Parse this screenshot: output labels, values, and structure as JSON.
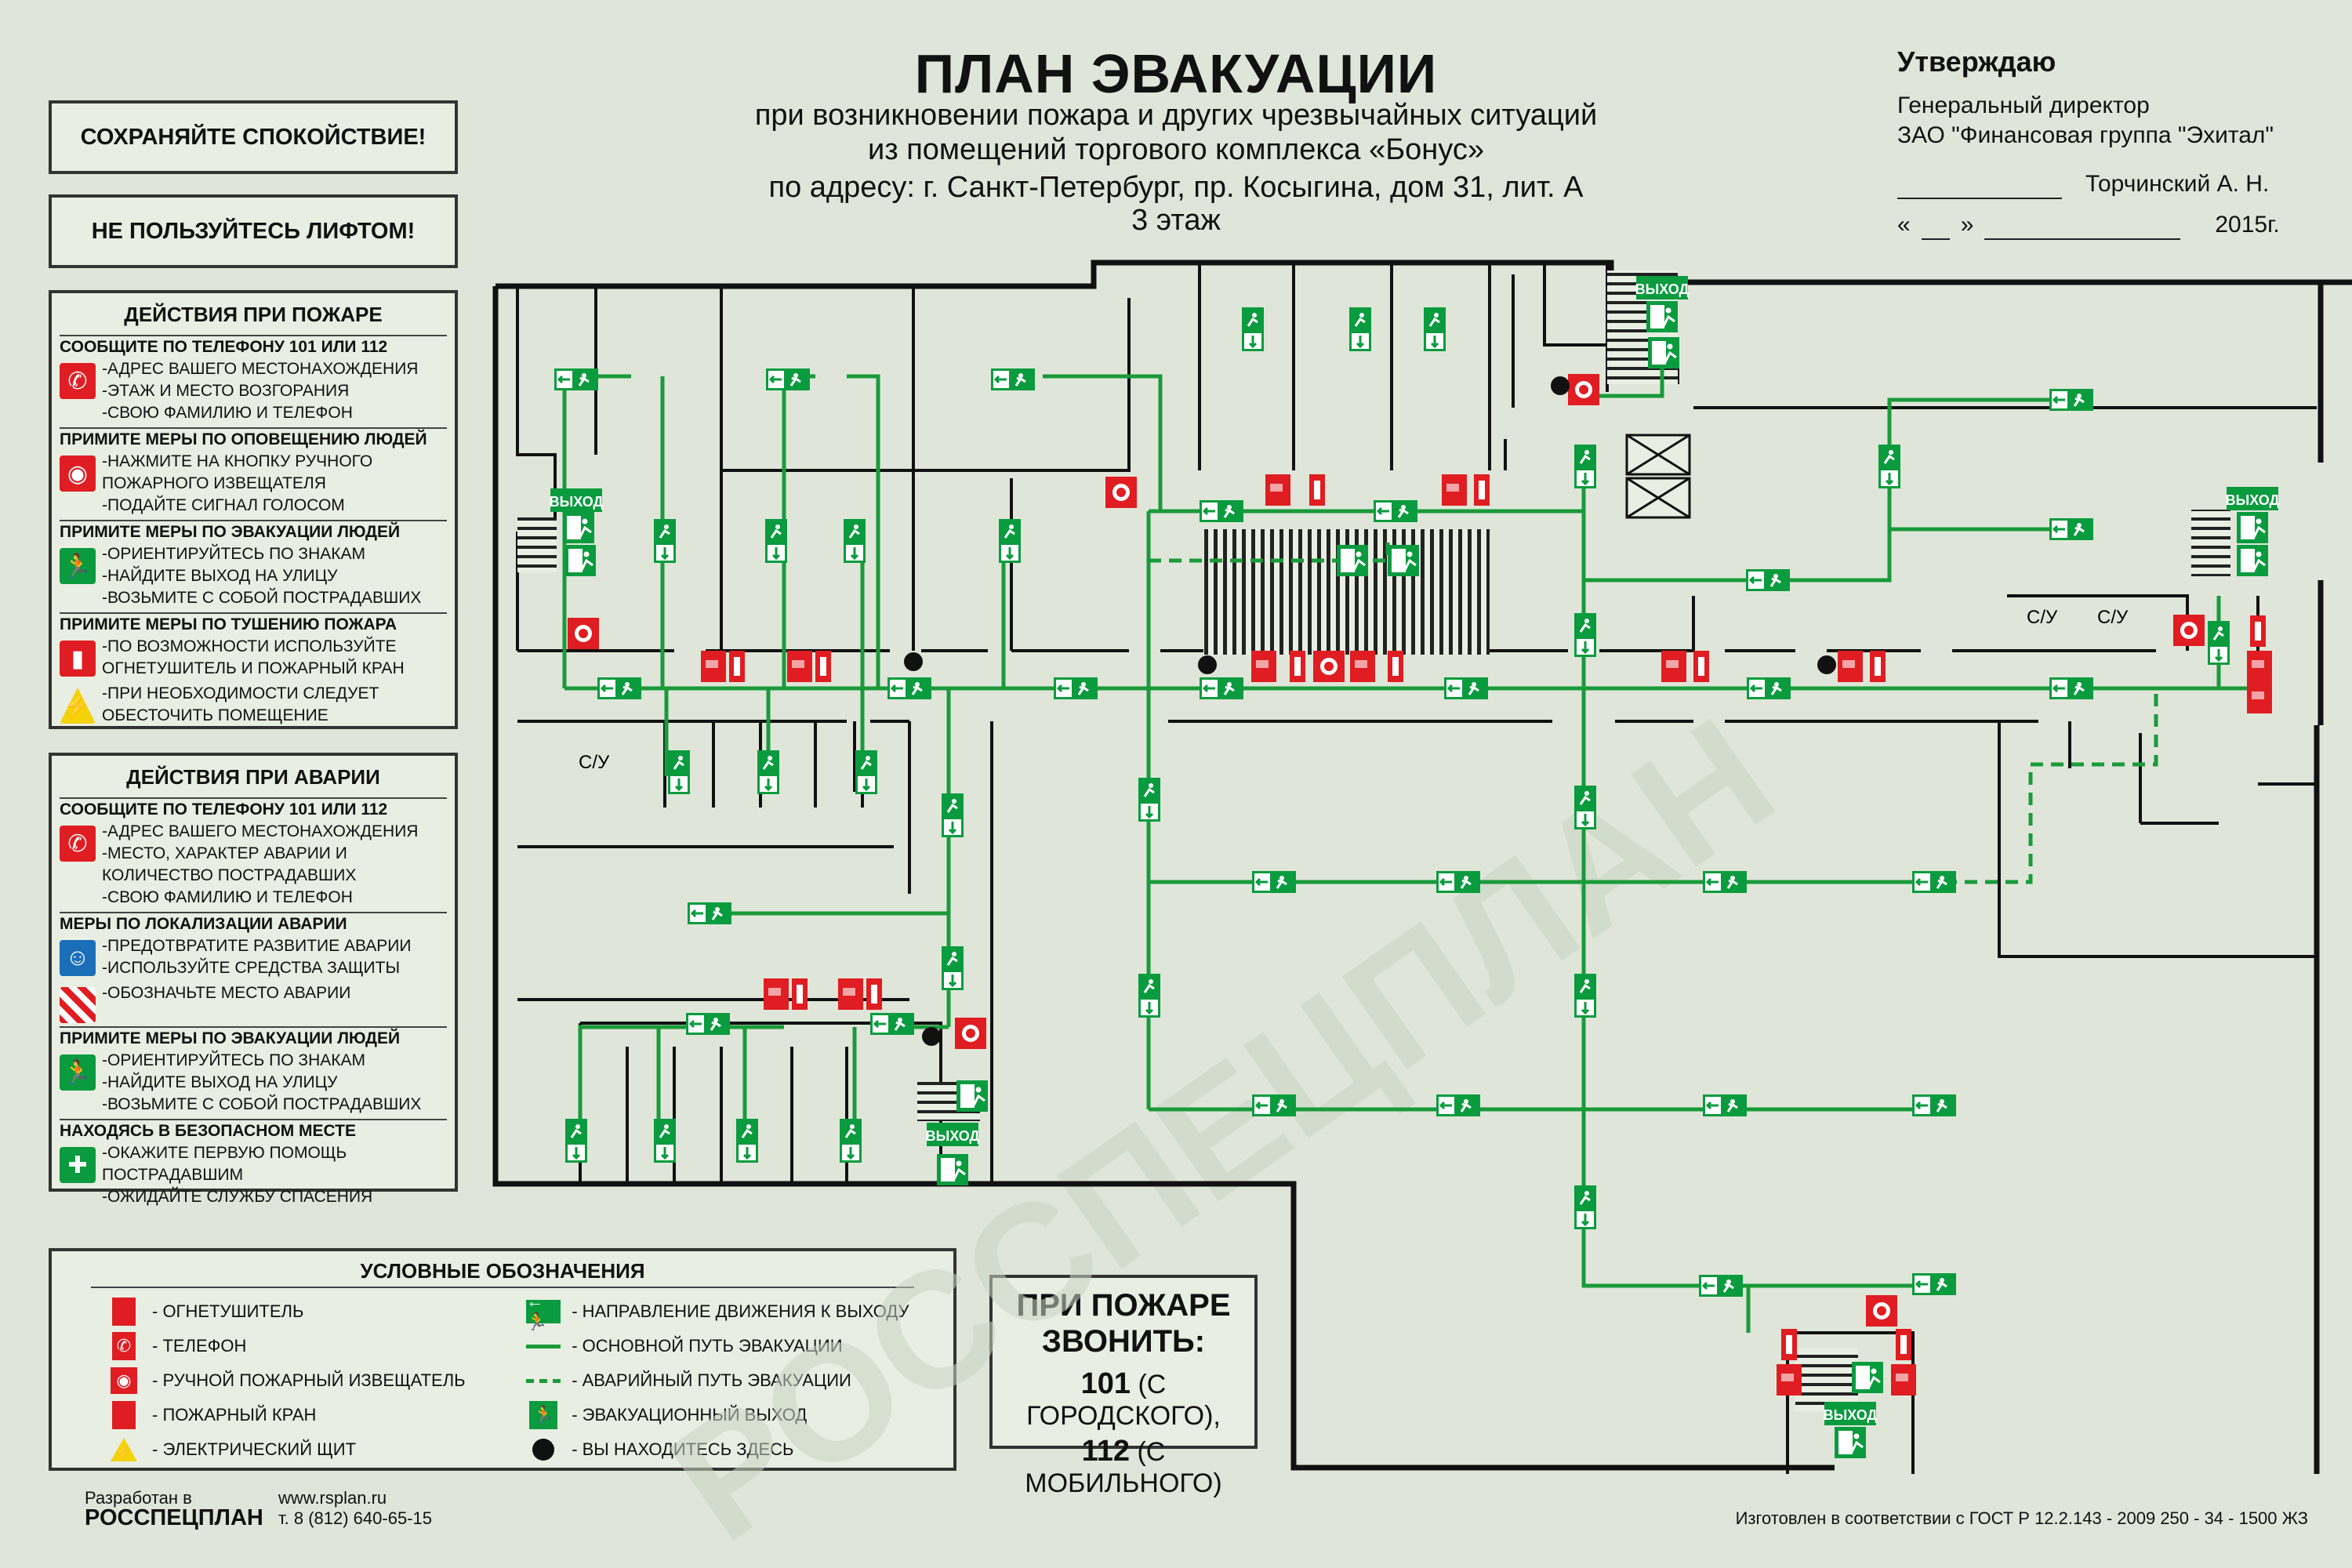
{
  "header": {
    "title": "ПЛАН ЭВАКУАЦИИ",
    "subtitle_lines": [
      "при возникновении пожара и других чрезвычайных ситуаций",
      "из помещений торгового комплекса «Бонус»",
      "по адресу: г. Санкт-Петербург, пр. Косыгина, дом 31, лит. А",
      "3 этаж"
    ]
  },
  "approval": {
    "heading": "Утверждаю",
    "position": "Генеральный директор",
    "company": "ЗАО \"Финансовая группа \"Эхитал\"",
    "signatory": "Торчинский А. Н.",
    "date_open": "«",
    "date_close": "»",
    "year": "2015г."
  },
  "warnings": {
    "keep_calm": "СОХРАНЯЙТЕ  СПОКОЙСТВИЕ!",
    "no_elevator": "НЕ ПОЛЬЗУЙТЕСЬ ЛИФТОМ!"
  },
  "fire_actions": {
    "heading": "ДЕЙСТВИЯ ПРИ ПОЖАРЕ",
    "groups": [
      {
        "title": "СООБЩИТЕ ПО ТЕЛЕФОНУ  101 ИЛИ 112",
        "icon": "phone-icon",
        "lines": [
          "-АДРЕС ВАШЕГО МЕСТОНАХОЖДЕНИЯ",
          "-ЭТАЖ И МЕСТО ВОЗГОРАНИЯ",
          "-СВОЮ ФАМИЛИЮ И  ТЕЛЕФОН"
        ]
      },
      {
        "title": "ПРИМИТЕ МЕРЫ ПО ОПОВЕЩЕНИЮ ЛЮДЕЙ",
        "icon": "alarm-button-icon",
        "lines": [
          "-НАЖМИТЕ НА КНОПКУ РУЧНОГО",
          "ПОЖАРНОГО ИЗВЕЩАТЕЛЯ",
          "-ПОДАЙТЕ СИГНАЛ ГОЛОСОМ"
        ]
      },
      {
        "title": "ПРИМИТЕ МЕРЫ ПО ЭВАКУАЦИИ ЛЮДЕЙ",
        "icon": "exit-icon",
        "lines": [
          "-ОРИЕНТИРУЙТЕСЬ ПО ЗНАКАМ",
          "-НАЙДИТЕ ВЫХОД НА УЛИЦУ",
          "-ВОЗЬМИТЕ С СОБОЙ ПОСТРАДАВШИХ"
        ]
      },
      {
        "title": "ПРИМИТЕ МЕРЫ ПО ТУШЕНИЮ ПОЖАРА",
        "icon": "extinguisher-icon",
        "lines": [
          "-ПО ВОЗМОЖНОСТИ ИСПОЛЬЗУЙТЕ",
          "ОГНЕТУШИТЕЛЬ И ПОЖАРНЫЙ КРАН"
        ]
      },
      {
        "title": "",
        "icon": "electric-hazard-icon",
        "lines": [
          "-ПРИ НЕОБХОДИМОСТИ СЛЕДУЕТ",
          "ОБЕСТОЧИТЬ ПОМЕЩЕНИЕ"
        ]
      }
    ]
  },
  "accident_actions": {
    "heading": "ДЕЙСТВИЯ ПРИ АВАРИИ",
    "groups": [
      {
        "title": "СООБЩИТЕ ПО ТЕЛЕФОНУ  101 ИЛИ 112",
        "icon": "phone-icon",
        "lines": [
          "-АДРЕС ВАШЕГО МЕСТОНАХОЖДЕНИЯ",
          "-МЕСТО, ХАРАКТЕР АВАРИИ И",
          "КОЛИЧЕСТВО ПОСТРАДАВШИХ",
          "-СВОЮ ФАМИЛИЮ И  ТЕЛЕФОН"
        ]
      },
      {
        "title": "МЕРЫ ПО ЛОКАЛИЗАЦИИ АВАРИИ",
        "icon": "protection-icon",
        "lines": [
          "-ПРЕДОТВРАТИТЕ РАЗВИТИЕ АВАРИИ",
          "-ИСПОЛЬЗУЙТЕ СРЕДСТВА ЗАЩИТЫ"
        ]
      },
      {
        "title": "",
        "icon": "hazard-stripes-icon",
        "lines": [
          "-ОБОЗНАЧЬТЕ МЕСТО АВАРИИ"
        ]
      },
      {
        "title": "ПРИМИТЕ МЕРЫ ПО ЭВАКУАЦИИ ЛЮДЕЙ",
        "icon": "exit-icon",
        "lines": [
          "-ОРИЕНТИРУЙТЕСЬ ПО ЗНАКАМ",
          "-НАЙДИТЕ ВЫХОД НА УЛИЦУ",
          "-ВОЗЬМИТЕ С СОБОЙ ПОСТРАДАВШИХ"
        ]
      },
      {
        "title": "НАХОДЯСЬ В БЕЗОПАСНОМ МЕСТЕ",
        "icon": "first-aid-icon",
        "lines": [
          "-ОКАЖИТЕ ПЕРВУЮ ПОМОЩЬ",
          "ПОСТРАДАВШИМ",
          "-ОЖИДАЙТЕ СЛУЖБУ СПАСЕНИЯ"
        ]
      }
    ]
  },
  "legend": {
    "heading": "УСЛОВНЫЕ ОБОЗНАЧЕНИЯ",
    "left": [
      {
        "icon": "extinguisher-icon",
        "label": "-    ОГНЕТУШИТЕЛЬ"
      },
      {
        "icon": "phone-icon",
        "label": "-    ТЕЛЕФОН"
      },
      {
        "icon": "alarm-button-icon",
        "label": "-    РУЧНОЙ ПОЖАРНЫЙ ИЗВЕЩАТЕЛЬ"
      },
      {
        "icon": "fire-hydrant-icon",
        "label": "-    ПОЖАРНЫЙ КРАН"
      },
      {
        "icon": "electric-hazard-icon",
        "label": "-    ЭЛЕКТРИЧЕСКИЙ ЩИТ"
      }
    ],
    "right": [
      {
        "icon": "direction-arrow-icon",
        "label": "-    НАПРАВЛЕНИЕ ДВИЖЕНИЯ К ВЫХОДУ"
      },
      {
        "icon": "main-route-line",
        "label": "-    ОСНОВНОЙ ПУТЬ ЭВАКУАЦИИ"
      },
      {
        "icon": "emergency-route-line",
        "label": "-    АВАРИЙНЫЙ ПУТЬ ЭВАКУАЦИИ"
      },
      {
        "icon": "exit-icon",
        "label": "-    ЭВАКУАЦИОННЫЙ ВЫХОД"
      },
      {
        "icon": "you-are-here-dot",
        "label": "-    ВЫ НАХОДИТЕСЬ ЗДЕСЬ"
      }
    ]
  },
  "fire_call": {
    "heading_1": "ПРИ ПОЖАРЕ",
    "heading_2": "ЗВОНИТЬ:",
    "city_number": "101",
    "city_label": "(С ГОРОДСКОГО),",
    "mobile_number": "112",
    "mobile_label": "(С МОБИЛЬНОГО)"
  },
  "plan": {
    "exit_label": "ВЫХОД",
    "wc_label": "С/У",
    "watermark": "РОССПЕЦПЛАН",
    "colors": {
      "route": "#1a9a3a",
      "sign": "#0a9b3f",
      "fire": "#e01d22",
      "walls": "#111111"
    }
  },
  "footer": {
    "developed_by": "Разработан в",
    "company": "РОССПЕЦПЛАН",
    "website": "www.rsplan.ru",
    "phone": "т. 8 (812) 640-65-15",
    "standard": "Изготовлен в соответствии с ГОСТ Р 12.2.143 - 2009 250 - 34 - 1500 ЖЗ"
  }
}
